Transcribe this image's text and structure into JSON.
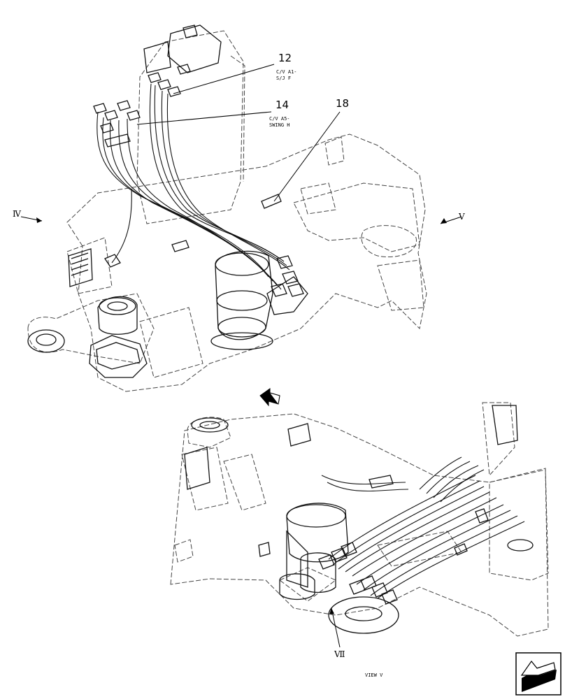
{
  "callouts": {
    "c12": {
      "number": "12",
      "note_line1": "C/V A1-",
      "note_line2": "S/J F"
    },
    "c14": {
      "number": "14",
      "note_line1": "C/V A5-",
      "note_line2": "SWING H"
    },
    "c18": {
      "number": "18"
    }
  },
  "view_markers": {
    "iv": "Ⅳ",
    "v": "Ⅴ",
    "vii": "Ⅶ"
  },
  "caption": "VIEW V",
  "icons": {
    "top_arrow": "view-direction-arrow-icon",
    "corner_arrow": "navigation-arrow-icon"
  }
}
